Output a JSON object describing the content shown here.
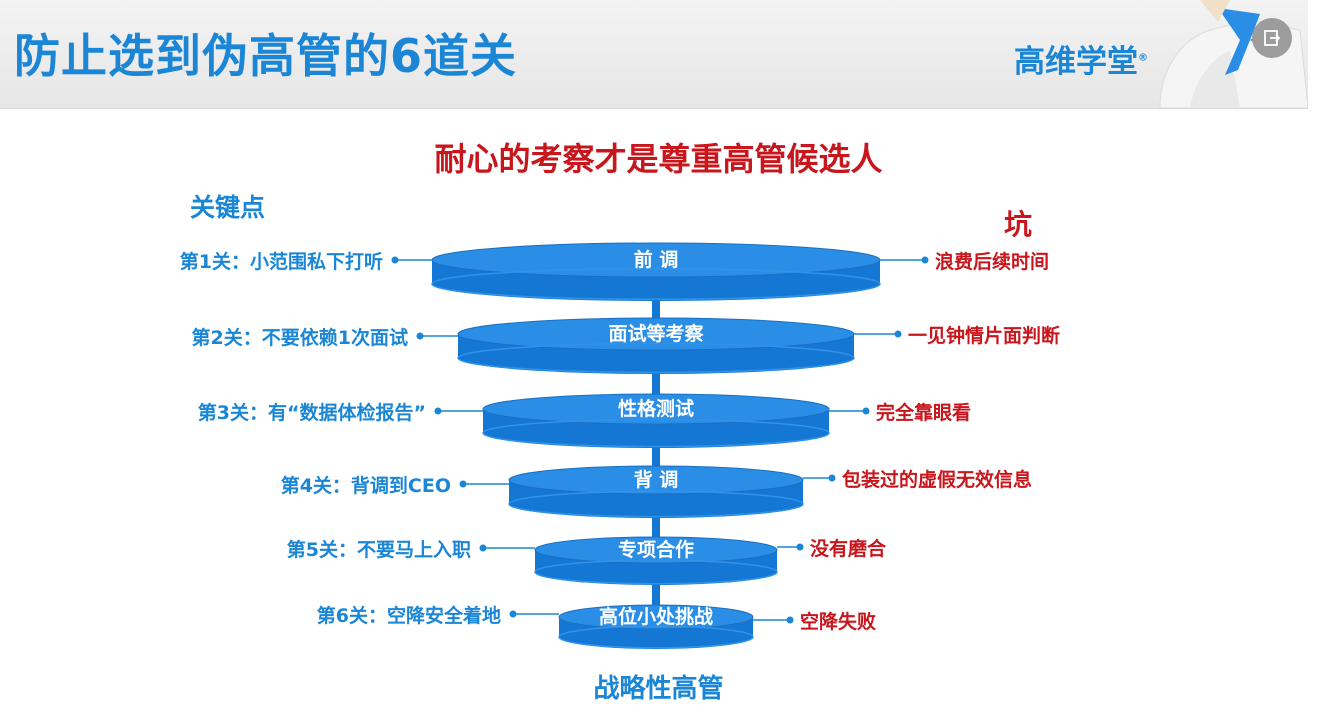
{
  "header": {
    "title": "防止选到伪高管的6道关",
    "brand": "高维学堂",
    "brand_mark": "®"
  },
  "subtitle": "耐心的考察才是尊重高管候选人",
  "left_heading": "关键点",
  "right_heading": "坑",
  "stages": [
    {
      "name": "前 调",
      "key_point": "第1关：小范围私下打听",
      "pitfall": "浪费后续时间"
    },
    {
      "name": "面试等考察",
      "key_point": "第2关：不要依赖1次面试",
      "pitfall": "一见钟情片面判断"
    },
    {
      "name": "性格测试",
      "key_point": "第3关：有“数据体检报告”",
      "pitfall": "完全靠眼看"
    },
    {
      "name": "背 调",
      "key_point": "第4关：背调到CEO",
      "pitfall": "包装过的虚假无效信息"
    },
    {
      "name": "专项合作",
      "key_point": "第5关：不要马上入职",
      "pitfall": "没有磨合"
    },
    {
      "name": "高位小处挑战",
      "key_point": "第6关：空降安全着地",
      "pitfall": "空降失败"
    }
  ],
  "footer": "战略性高管",
  "colors": {
    "brand_blue": "#1b86d6",
    "accent_red": "#c8161d",
    "disc_top": "#2a8ee6",
    "disc_side": "#1577d4"
  },
  "icons": {
    "exit": "exit-icon"
  }
}
